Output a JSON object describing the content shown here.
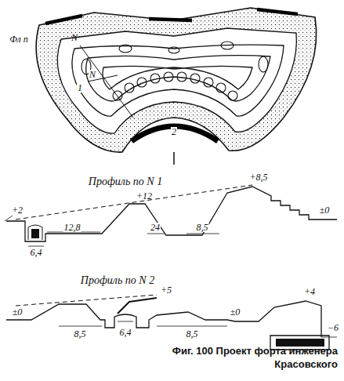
{
  "diagram": {
    "caption": "Фиг. 100 Проект форта инженера Красовского",
    "labels": [
      "N",
      "Фл п",
      "N",
      "1",
      "2",
      "Профиль по N 1",
      "+2",
      "+12",
      "+8,5",
      "±0",
      "12,8",
      "6,4",
      "24",
      "8,5",
      "Профиль по N 2",
      "±0",
      "+5",
      "+4",
      "±0",
      "8,5",
      "6,4",
      "8,5",
      "−6"
    ]
  }
}
